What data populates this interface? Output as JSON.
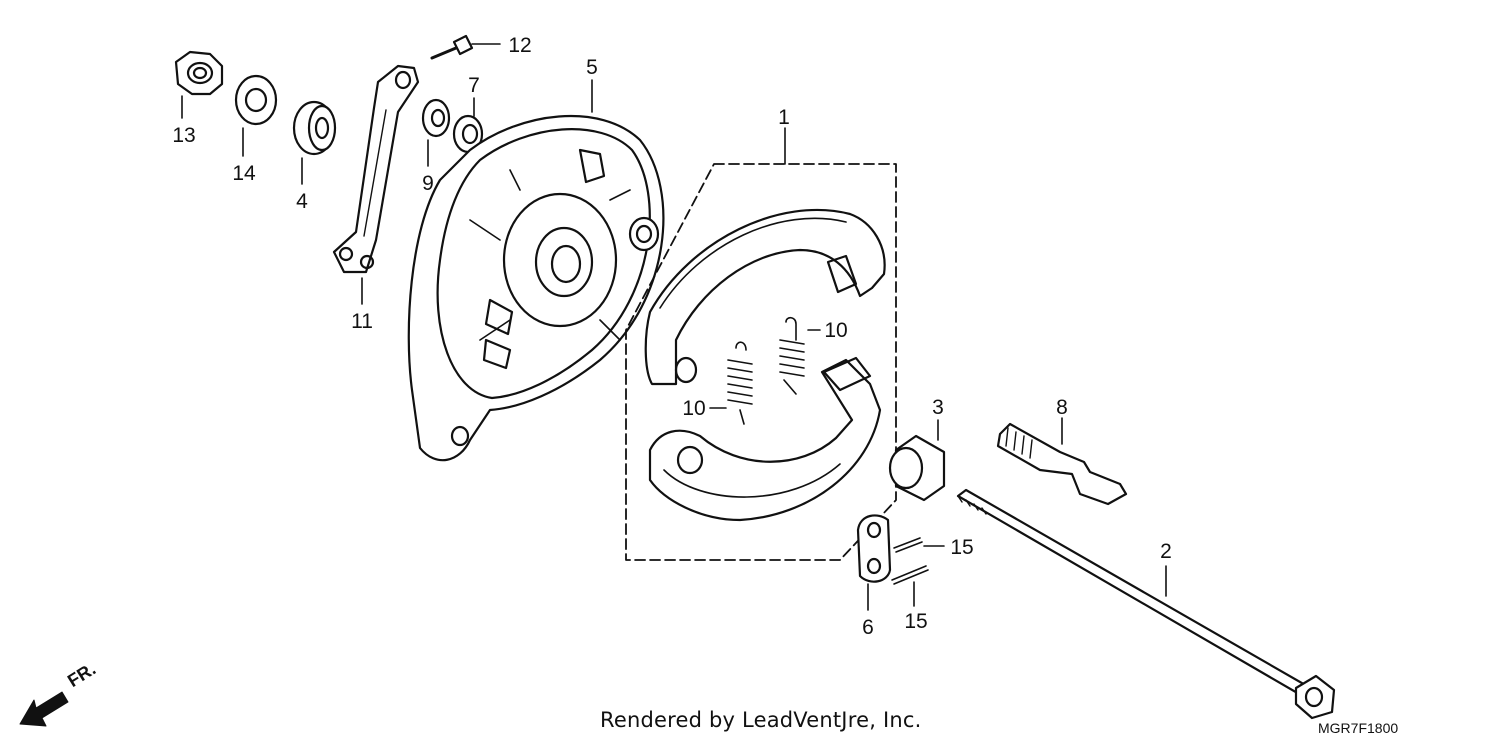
{
  "diagram": {
    "callouts": [
      {
        "id": "1",
        "label": "1"
      },
      {
        "id": "2",
        "label": "2"
      },
      {
        "id": "3",
        "label": "3"
      },
      {
        "id": "4",
        "label": "4"
      },
      {
        "id": "5",
        "label": "5"
      },
      {
        "id": "6",
        "label": "6"
      },
      {
        "id": "7",
        "label": "7"
      },
      {
        "id": "8",
        "label": "8"
      },
      {
        "id": "9",
        "label": "9"
      },
      {
        "id": "10a",
        "label": "10"
      },
      {
        "id": "10b",
        "label": "10"
      },
      {
        "id": "11",
        "label": "11"
      },
      {
        "id": "12",
        "label": "12"
      },
      {
        "id": "13",
        "label": "13"
      },
      {
        "id": "14",
        "label": "14"
      },
      {
        "id": "15a",
        "label": "15"
      },
      {
        "id": "15b",
        "label": "15"
      }
    ],
    "direction_label": "FR.",
    "footer_text": "Rendered by LeadVentJre, Inc.",
    "diagram_code": "MGR7F1800"
  }
}
